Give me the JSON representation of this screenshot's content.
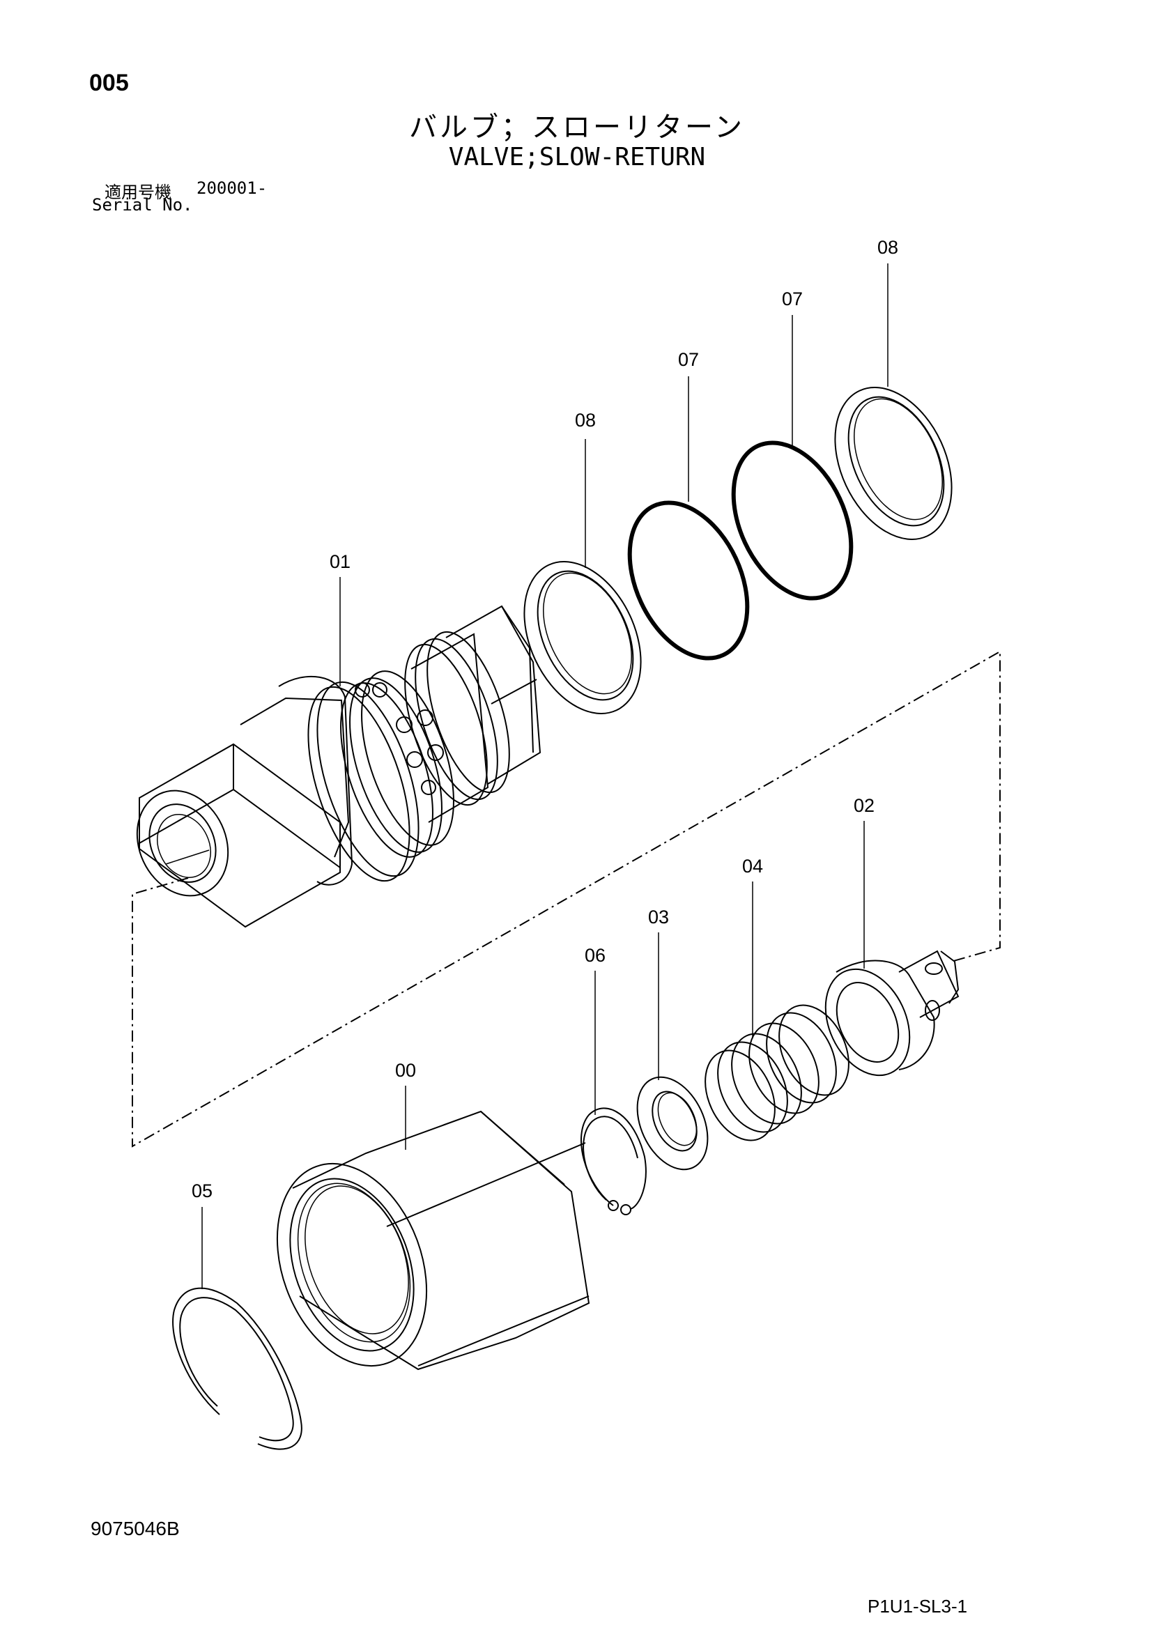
{
  "header": {
    "page_number": "005",
    "title_ja": "バルブ；スローリターン",
    "title_en": "VALVE;SLOW-RETURN",
    "serial_label_ja": "適用号機",
    "serial_value": "200001-",
    "serial_label_en": "Serial No."
  },
  "callouts": {
    "part_00": "00",
    "part_01": "01",
    "part_02": "02",
    "part_03": "03",
    "part_04": "04",
    "part_05": "05",
    "part_06": "06",
    "part_07_a": "07",
    "part_07_b": "07",
    "part_08_a": "08",
    "part_08_b": "08"
  },
  "footer": {
    "drawing_number": "9075046B",
    "page_code": "P1U1-SL3-1"
  }
}
